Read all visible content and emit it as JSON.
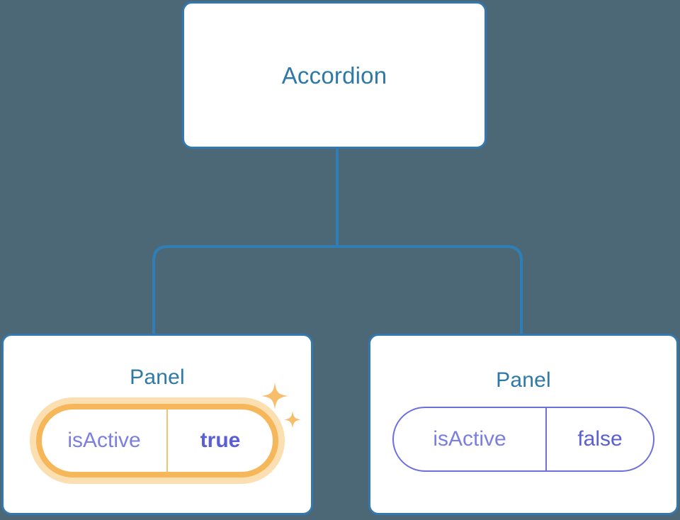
{
  "theme": {
    "background": "#4c6877",
    "card_background": "#ffffff",
    "card_border": "#3378ae",
    "title_color": "#2e79a6",
    "edge_color": "#2f7eb5",
    "prop_key_color": "#7b7fe0",
    "prop_value_color": "#5a5fd4",
    "pill_border": "#6b70db",
    "highlight_border": "#f5b759",
    "highlight_glow": "#fbdfb0",
    "sparkle_color": "#f8bd6a"
  },
  "tree": {
    "root": {
      "title": "Accordion"
    },
    "children": [
      {
        "title": "Panel",
        "highlighted": true,
        "prop": {
          "key": "isActive",
          "value": "true"
        },
        "sparkle_icons": [
          "sparkle-large-icon",
          "sparkle-small-icon"
        ]
      },
      {
        "title": "Panel",
        "highlighted": false,
        "prop": {
          "key": "isActive",
          "value": "false"
        }
      }
    ]
  }
}
